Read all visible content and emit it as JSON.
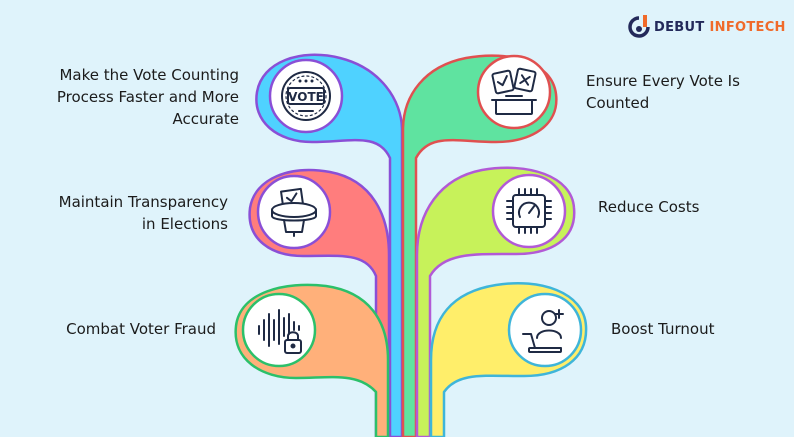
{
  "brand": {
    "name_part1": "DEBUT",
    "name_part2": "INFOTECH",
    "colors": {
      "primary": "#23295a",
      "accent": "#f06a2a"
    }
  },
  "items": [
    {
      "side": "left",
      "lines": [
        "Make the Vote Counting",
        "Process Faster and More",
        "Accurate"
      ],
      "icon": "vote-badge-icon",
      "color": "#4fd2ff",
      "outline": "#8a4fd6"
    },
    {
      "side": "left",
      "lines": [
        "Maintain Transparency",
        "in Elections"
      ],
      "icon": "ballot-box-icon",
      "color": "#ff7d7d",
      "outline": "#8a4fd6"
    },
    {
      "side": "left",
      "lines": [
        "Combat Voter Fraud"
      ],
      "icon": "voice-lock-icon",
      "color": "#ffb07a",
      "outline": "#2cc06a"
    },
    {
      "side": "right",
      "lines": [
        "Ensure Every Vote Is",
        "Counted"
      ],
      "icon": "ballot-cards-icon",
      "color": "#5fe3a0",
      "outline": "#e05050"
    },
    {
      "side": "right",
      "lines": [
        "Reduce Costs"
      ],
      "icon": "chip-gauge-icon",
      "color": "#c7f25a",
      "outline": "#b25ad6"
    },
    {
      "side": "right",
      "lines": [
        "Boost Turnout"
      ],
      "icon": "voter-laptop-icon",
      "color": "#ffee6a",
      "outline": "#3fb5d9"
    }
  ]
}
